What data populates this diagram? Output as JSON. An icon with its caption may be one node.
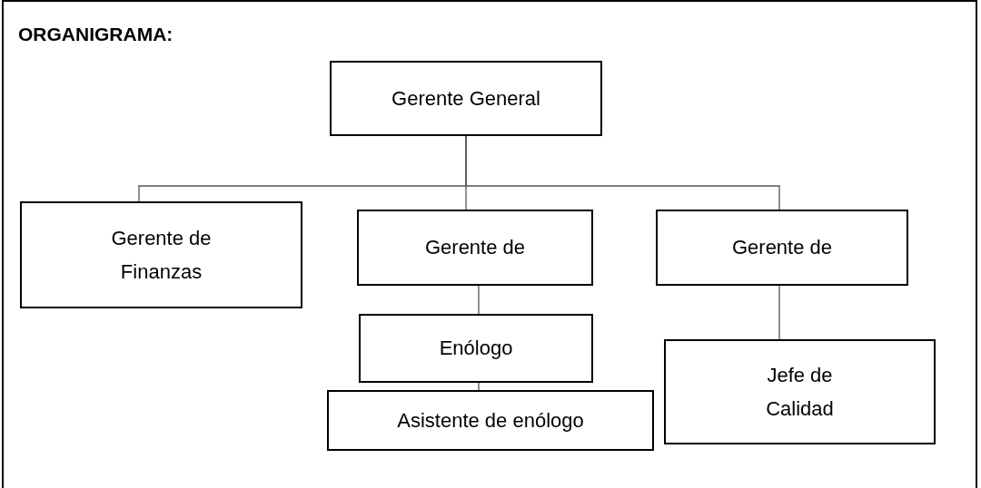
{
  "diagram": {
    "title": "ORGANIGRAMA:",
    "nodes": [
      {
        "text": [
          "Gerente General"
        ]
      },
      {
        "text": [
          "Gerente de Finanzas"
        ]
      },
      {
        "text": [
          "Gerente de"
        ]
      },
      {
        "text": [
          "Gerente de"
        ]
      },
      {
        "text": [
          "Enólogo"
        ]
      },
      {
        "text": [
          "Asistente de enólogo"
        ]
      },
      {
        "text": [
          "Jefe de Calidad"
        ]
      }
    ],
    "edges": [
      {
        "from": 0,
        "to": 1,
        "arrow": "none"
      },
      {
        "from": 0,
        "to": 2,
        "arrow": "none"
      },
      {
        "from": 0,
        "to": 3,
        "arrow": "none"
      },
      {
        "from": 2,
        "to": 4,
        "arrow": "none"
      },
      {
        "from": 4,
        "to": 5,
        "arrow": "none"
      },
      {
        "from": 3,
        "to": 6,
        "arrow": "none"
      }
    ]
  }
}
